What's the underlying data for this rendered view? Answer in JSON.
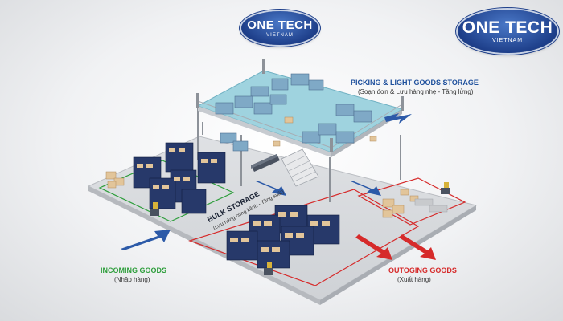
{
  "logos": {
    "top_center": {
      "line1": "ONE TECH",
      "line2": "VIETNAM"
    },
    "top_right": {
      "line1": "ONE TECH",
      "line2": "VIETNAM"
    }
  },
  "zones": {
    "picking": {
      "title": "PICKING & LIGHT GOODS STORAGE",
      "subtitle": "(Soạn đơn & Lưu hàng nhẹ - Tầng lửng)"
    },
    "bulk": {
      "title": "BULK STORAGE",
      "subtitle": "(Lưu hàng cồng kềnh - Tầng suất)"
    },
    "incoming": {
      "title": "INCOMING GOODS",
      "subtitle": "(Nhập hàng)"
    },
    "outgoing": {
      "title": "OUTOGING GOODS",
      "subtitle": "(Xuất hàng)"
    }
  },
  "colors": {
    "blue_arrow": "#2c5aa8",
    "red_arrow": "#d62a2a",
    "green_zone": "#2e9e3c",
    "red_zone": "#d62a2a",
    "mezzanine": "#9fd3df",
    "rack": "#27396a",
    "box": "#e2c59a",
    "title_blue": "#1d4f9c",
    "title_green": "#2e9e3c",
    "title_red": "#d62a2a"
  }
}
